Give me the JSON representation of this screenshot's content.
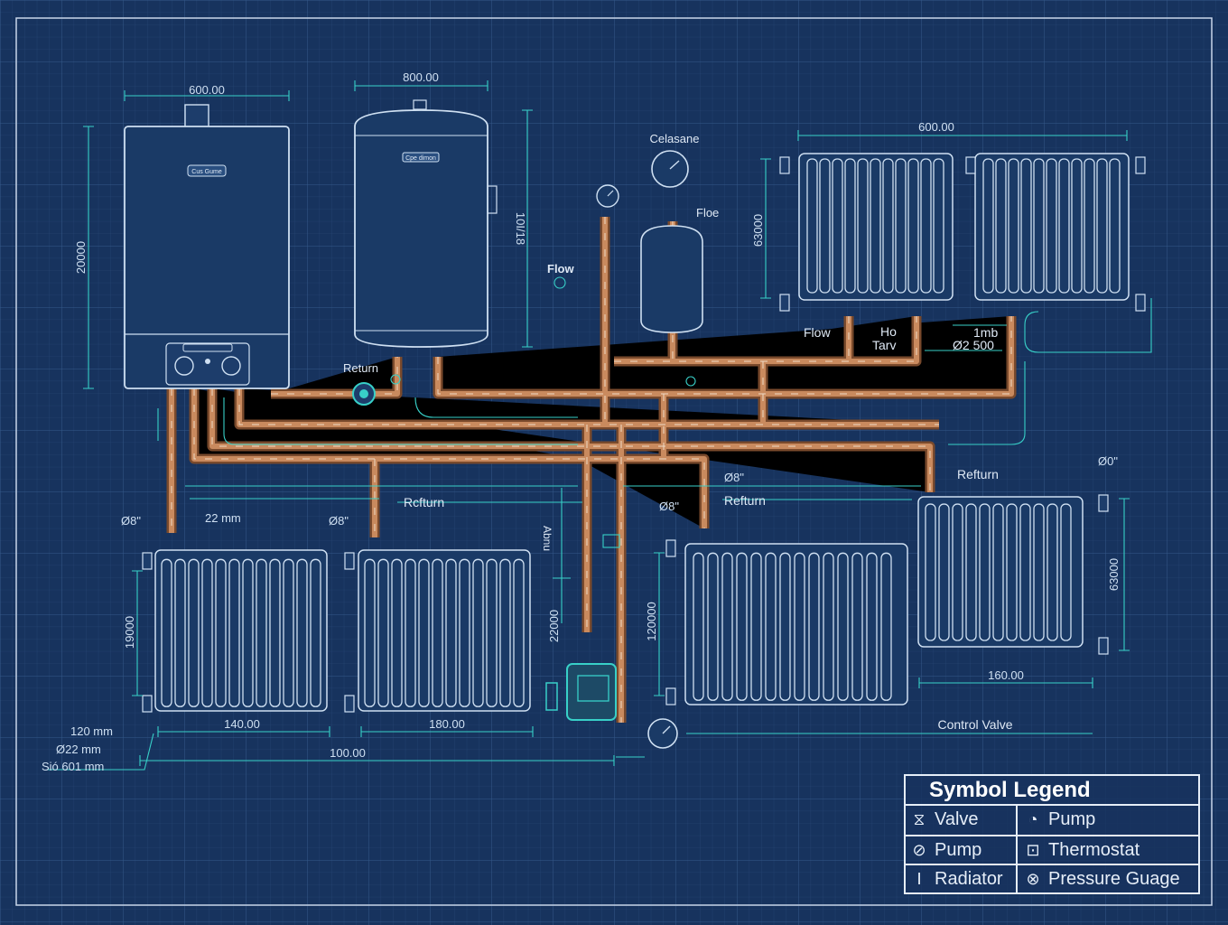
{
  "legend": {
    "title": "Symbol Legend",
    "items": [
      {
        "icon": "valve-icon",
        "label": "Valve"
      },
      {
        "icon": "pump-icon",
        "label": "Pump"
      },
      {
        "icon": "pump-icon",
        "label": "Pump"
      },
      {
        "icon": "thermostat-icon",
        "label": "Thermostat"
      },
      {
        "icon": "radiator-icon",
        "label": "Radiator"
      },
      {
        "icon": "pressure-gauge-icon",
        "label": "Pressure Guage"
      }
    ]
  },
  "labels": {
    "celasane": "Celasane",
    "floe": "Floe",
    "flow_left": "Flow",
    "return_left": "Return",
    "flow_right": "Flow",
    "ho": "Ho",
    "tarv": "Tarv",
    "one_mb": "1mb",
    "d2500": "Ø2 500",
    "refturn_right": "Refturn",
    "refturn_center": "Refturn",
    "rcfturn": "Rcfturn",
    "abnu": "Abnu",
    "control_valve": "Control Valve",
    "boiler_brand": "Cus Gume",
    "tank_brand": "Cpe dimon"
  },
  "dimensions": {
    "boiler_width": "600.00",
    "boiler_height": "20000",
    "tank_width": "800.00",
    "tank_height": "10I/18",
    "top_rad_width": "600.00",
    "top_rad_height": "63000",
    "rad1_height": "19000",
    "rad1_width": "140.00",
    "rad2_width": "180.00",
    "rad3_height": "120000",
    "rad4_height": "63000",
    "rad4_width": "160.00",
    "pipe_22mm": "22 mm",
    "d8_a": "Ø8\"",
    "d8_b": "Ø8\"",
    "d8_c": "Ø8\"",
    "d8_d": "Ø8\"",
    "d0": "Ø0\"",
    "v22000": "22000",
    "total_width": "100.00",
    "note_120": "120 mm",
    "note_22": "Ø22 mm",
    "note_601": "Sió 601 mm"
  }
}
